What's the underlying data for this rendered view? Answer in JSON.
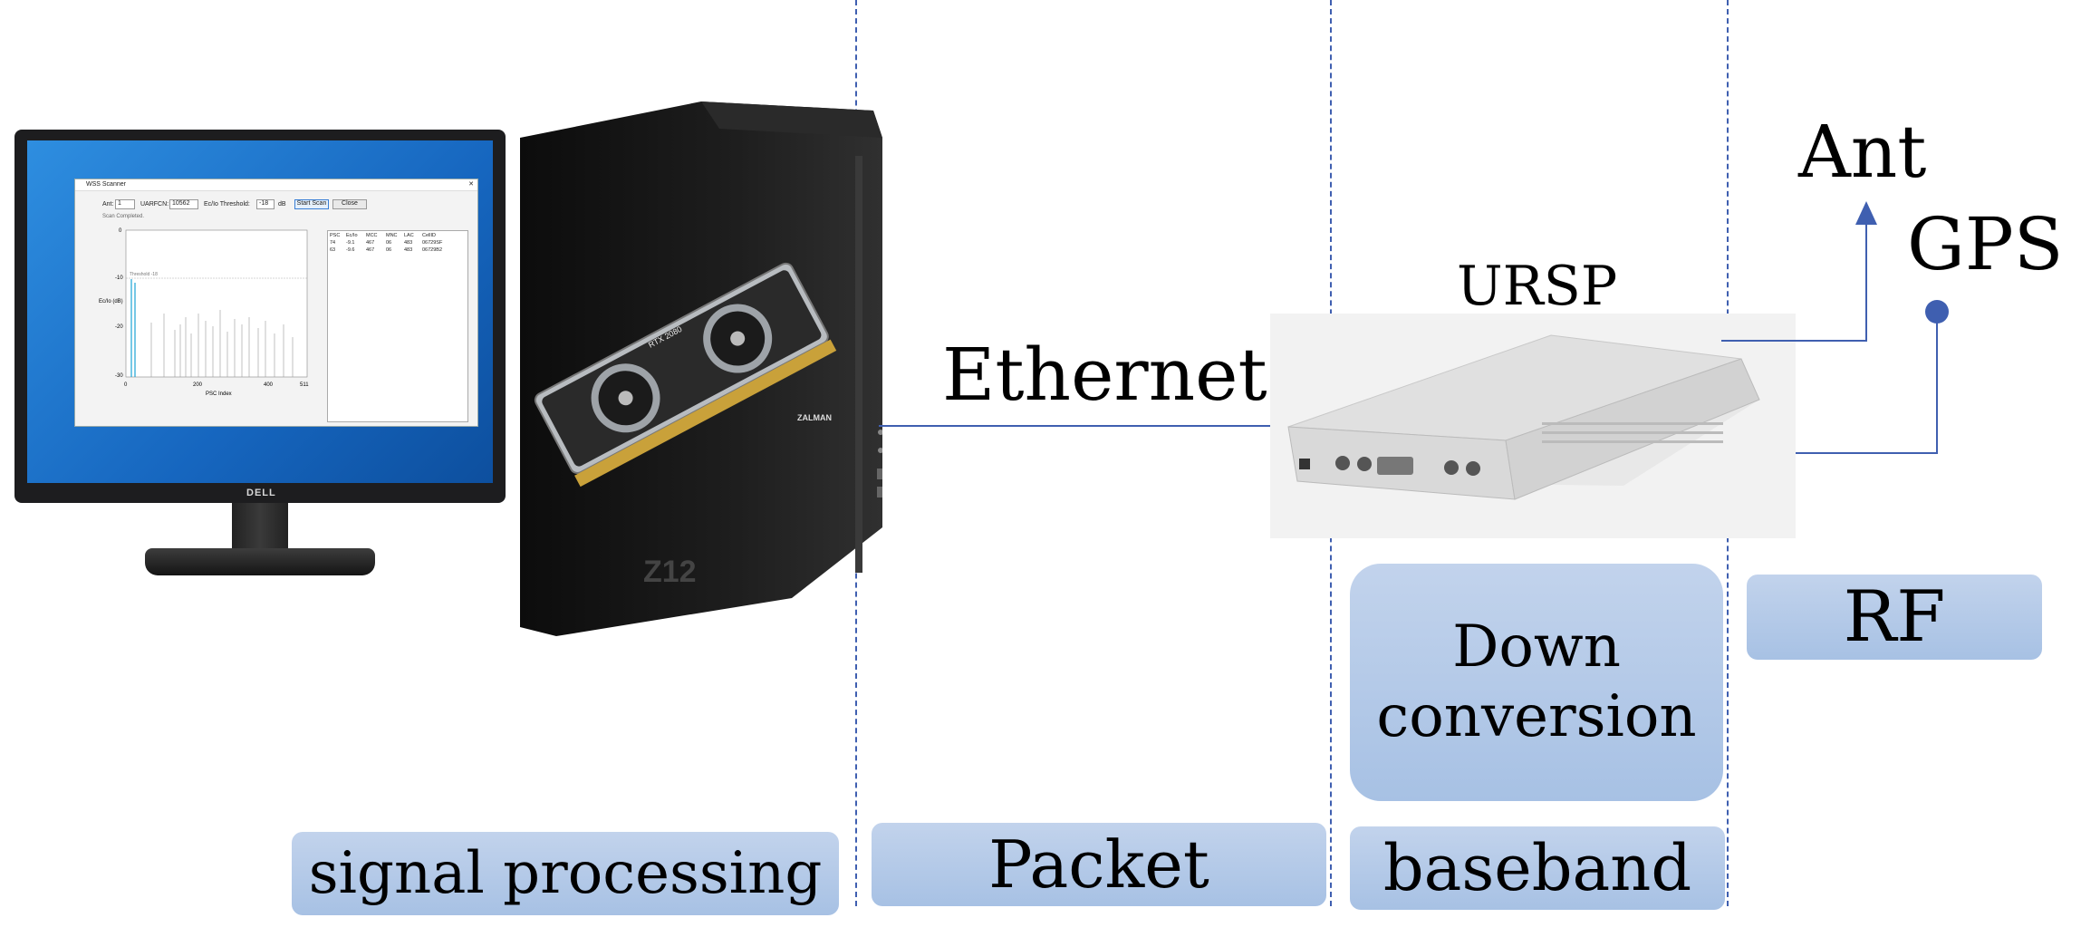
{
  "labels": {
    "ethernet": "Ethernet",
    "ursp": "URSP",
    "ant": "Ant",
    "gps": "GPS"
  },
  "stages": {
    "signal_processing": "signal processing",
    "packet": "Packet",
    "baseband": "baseband",
    "down_conversion": "Down conversion",
    "rf": "RF"
  },
  "monitor": {
    "brand": "DELL",
    "app_title": "WSS Scanner",
    "toolbar": {
      "ant_label": "Ant:",
      "ant_value": "1",
      "uarfcn_label": "UARFCN:",
      "uarfcn_value": "10562",
      "threshold_label": "Ec/Io Threshold:",
      "threshold_value": "-18",
      "threshold_unit": "dB",
      "start_button": "Start Scan",
      "close_button": "Close"
    },
    "status": "Scan Completed.",
    "plot": {
      "ylabel": "Ec/Io (dB)",
      "xlabel": "PSC Index",
      "yticks": [
        "0",
        "-10",
        "-20",
        "-30"
      ],
      "xticks": [
        "0",
        "200",
        "400",
        "511"
      ],
      "threshold_note": "Threshold -18"
    },
    "table": {
      "columns": [
        "PSC",
        "Ec/Io",
        "MCC",
        "MNC",
        "LAC",
        "CellID"
      ],
      "rows": [
        [
          "74",
          "-9.1",
          "467",
          "06",
          "483",
          "06729SF"
        ],
        [
          "63",
          "-9.6",
          "467",
          "06",
          "483",
          "06729B2"
        ]
      ]
    }
  },
  "tower": {
    "case_brand": "ZALMAN",
    "case_model": "Z12",
    "gpu_model": "RTX 2080"
  },
  "colors": {
    "box_fill": "#b4cbe8",
    "connector": "#3f5fb0",
    "screen_bg": "#1c73c9"
  }
}
